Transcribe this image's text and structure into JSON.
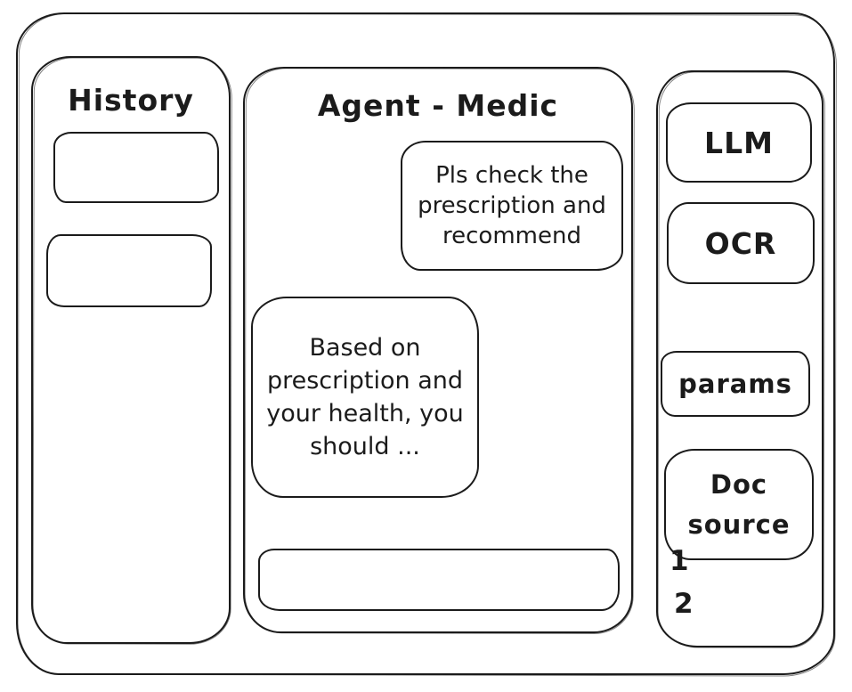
{
  "app": {
    "title": "Agent - Medic"
  },
  "colors": {
    "stroke": "#1b1b1b",
    "background": "#ffffff"
  },
  "history": {
    "title": "History",
    "items": [
      {
        "label": ""
      },
      {
        "label": ""
      }
    ]
  },
  "chat": {
    "title": "Agent - Medic",
    "messages": [
      {
        "role": "user",
        "text": "Pls check the prescription and recommend"
      },
      {
        "role": "assistant",
        "text": "Based on prescription and your health, you should ..."
      }
    ],
    "composer": {
      "value": "",
      "placeholder": ""
    }
  },
  "tools": {
    "buttons": [
      {
        "label": "LLM"
      },
      {
        "label": "OCR"
      },
      {
        "label": "params"
      }
    ],
    "doc_source": {
      "label": "Doc source",
      "items": [
        {
          "label": "1"
        },
        {
          "label": "2"
        }
      ]
    }
  }
}
